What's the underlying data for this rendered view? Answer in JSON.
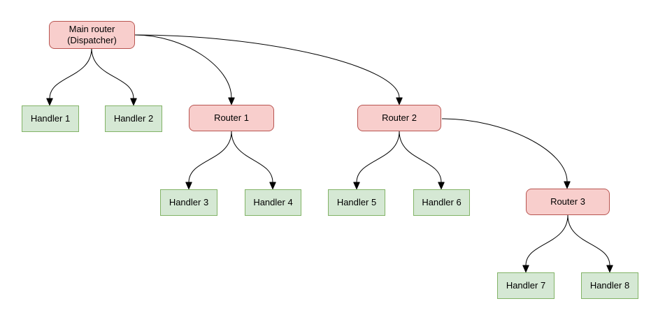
{
  "diagram": {
    "type": "flowchart-tree",
    "background": "#ffffff",
    "colors": {
      "router_fill": "#f8cecc",
      "router_border": "#b85450",
      "handler_fill": "#d5e8d4",
      "handler_border": "#82b366",
      "edge": "#000000",
      "text": "#000000"
    },
    "nodes": [
      {
        "id": "main-router",
        "type": "router",
        "label": "Main router (Dispatcher)",
        "lines": [
          "Main router",
          "(Dispatcher)"
        ]
      },
      {
        "id": "handler-1",
        "type": "handler",
        "label": "Handler 1"
      },
      {
        "id": "handler-2",
        "type": "handler",
        "label": "Handler 2"
      },
      {
        "id": "router-1",
        "type": "router",
        "label": "Router 1"
      },
      {
        "id": "router-2",
        "type": "router",
        "label": "Router 2"
      },
      {
        "id": "handler-3",
        "type": "handler",
        "label": "Handler 3"
      },
      {
        "id": "handler-4",
        "type": "handler",
        "label": "Handler 4"
      },
      {
        "id": "handler-5",
        "type": "handler",
        "label": "Handler 5"
      },
      {
        "id": "handler-6",
        "type": "handler",
        "label": "Handler 6"
      },
      {
        "id": "router-3",
        "type": "router",
        "label": "Router 3"
      },
      {
        "id": "handler-7",
        "type": "handler",
        "label": "Handler 7"
      },
      {
        "id": "handler-8",
        "type": "handler",
        "label": "Handler 8"
      }
    ],
    "edges": [
      {
        "from": "main-router",
        "to": "handler-1"
      },
      {
        "from": "main-router",
        "to": "handler-2"
      },
      {
        "from": "main-router",
        "to": "router-1"
      },
      {
        "from": "main-router",
        "to": "router-2"
      },
      {
        "from": "router-1",
        "to": "handler-3"
      },
      {
        "from": "router-1",
        "to": "handler-4"
      },
      {
        "from": "router-2",
        "to": "handler-5"
      },
      {
        "from": "router-2",
        "to": "handler-6"
      },
      {
        "from": "router-2",
        "to": "router-3"
      },
      {
        "from": "router-3",
        "to": "handler-7"
      },
      {
        "from": "router-3",
        "to": "handler-8"
      }
    ]
  }
}
